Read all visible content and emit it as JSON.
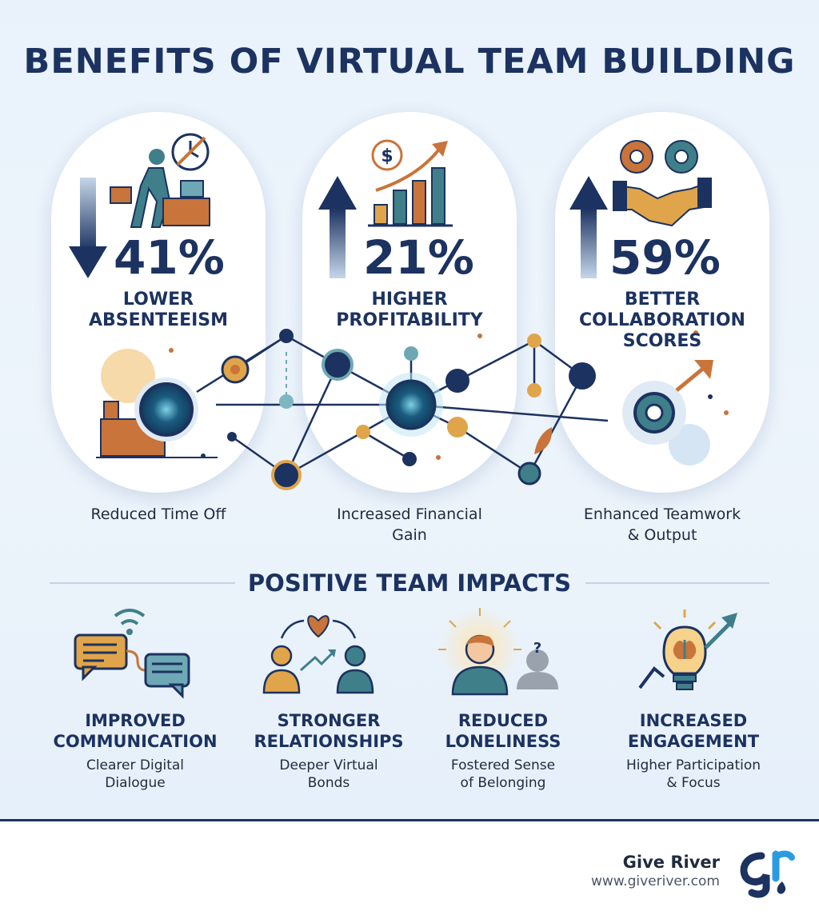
{
  "title": "BENEFITS OF VIRTUAL TEAM BUILDING",
  "stats": [
    {
      "value": "41%",
      "label": "LOWER\nABSENTEEISM",
      "caption": "Reduced Time Off",
      "direction": "down",
      "icon": "person-leaving-desk-icon"
    },
    {
      "value": "21%",
      "label": "HIGHER\nPROFITABILITY",
      "caption": "Increased Financial\nGain",
      "direction": "up",
      "icon": "rising-bar-chart-dollar-icon"
    },
    {
      "value": "59%",
      "label": "BETTER\nCOLLABORATION\nSCORES",
      "caption": "Enhanced Teamwork\n& Output",
      "direction": "up",
      "icon": "handshake-gears-icon"
    }
  ],
  "section_title": "POSITIVE TEAM IMPACTS",
  "impacts": [
    {
      "title": "IMPROVED\nCOMMUNICATION",
      "description": "Clearer Digital\nDialogue",
      "icon": "chat-bubbles-wifi-icon"
    },
    {
      "title": "STRONGER\nRELATIONSHIPS",
      "description": "Deeper Virtual\nBonds",
      "icon": "people-heart-icon"
    },
    {
      "title": "REDUCED\nLONELINESS",
      "description": "Fostered Sense\nof Belonging",
      "icon": "person-glow-icon"
    },
    {
      "title": "INCREASED\nENGAGEMENT",
      "description": "Higher Participation\n& Focus",
      "icon": "lightbulb-brain-icon"
    }
  ],
  "brand": {
    "name": "Give River",
    "url": "www.giveriver.com"
  },
  "colors": {
    "navy": "#1c3260",
    "orange": "#c8743a",
    "teal": "#3f7f8a",
    "gold": "#e0a54a",
    "background": "#e9f2fb"
  }
}
